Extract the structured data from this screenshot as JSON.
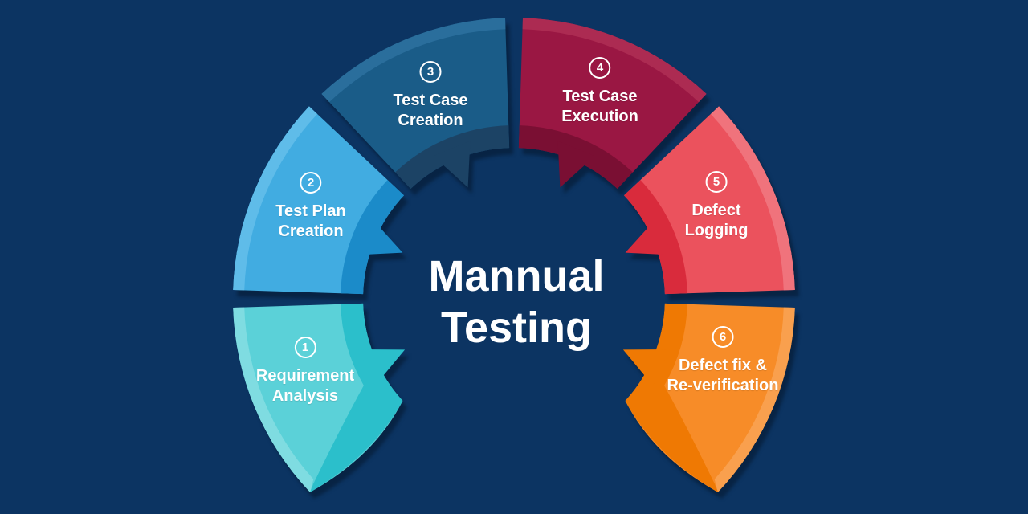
{
  "background_color": "#0C3462",
  "title": {
    "line1": "Mannual",
    "line2": "Testing",
    "color": "#ffffff"
  },
  "segments": [
    {
      "number": "1",
      "label_lines": [
        "Requirement",
        "Analysis"
      ],
      "body_color": "#5BD1D8",
      "band_color": "#2BBFCB",
      "highlight_color": "#7FDCE1"
    },
    {
      "number": "2",
      "label_lines": [
        "Test Plan",
        "Creation"
      ],
      "body_color": "#41ACE1",
      "band_color": "#1B8BC9",
      "highlight_color": "#5FBCE9"
    },
    {
      "number": "3",
      "label_lines": [
        "Test Case",
        "Creation"
      ],
      "body_color": "#1A5C88",
      "band_color": "#1C4365",
      "highlight_color": "#2A6E9C"
    },
    {
      "number": "4",
      "label_lines": [
        "Test Case",
        "Execution"
      ],
      "body_color": "#9A1743",
      "band_color": "#7A0F33",
      "highlight_color": "#AC2B52"
    },
    {
      "number": "5",
      "label_lines": [
        "Defect",
        "Logging"
      ],
      "body_color": "#EB525D",
      "band_color": "#D92B3C",
      "highlight_color": "#F0737C"
    },
    {
      "number": "6",
      "label_lines": [
        "Defect fix &",
        "Re-verification"
      ],
      "body_color": "#F78C28",
      "band_color": "#EF7903",
      "highlight_color": "#F9A04E"
    }
  ]
}
